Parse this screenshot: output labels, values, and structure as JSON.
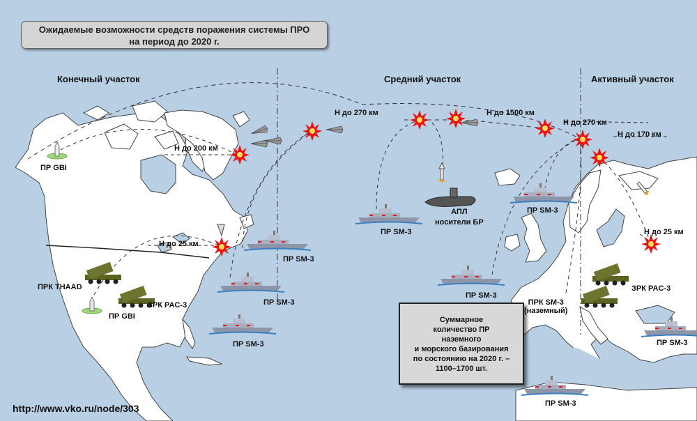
{
  "title": {
    "line1": "Ожидаемые возможности средств поражения системы ПРО",
    "line2": "на период до 2020 г."
  },
  "sections": {
    "terminal": "Конечный участок",
    "midcourse": "Средний участок",
    "boost": "Активный участок"
  },
  "altitudes": {
    "a200": "Н до 200 км",
    "a270_mid": "Н до 270 км",
    "a1500": "Н до 1500 км",
    "a270_boost": "Н до 270 км",
    "a170": "Н до 170 км",
    "a25_na": "Н до 25 км",
    "a25_eu": "Н до 25 км"
  },
  "labels": {
    "gbi_alaska": "ПР GBI",
    "gbi_us": "ПР GBI",
    "thaad": "ПРК THAAD",
    "pac3_us": "ЗРК PAC-3",
    "pac3_eu": "ЗРК PAC-3",
    "sm3_atl1": "ПР SM-3",
    "sm3_atl2": "ПР SM-3",
    "sm3_atl3": "ПР SM-3",
    "sm3_mid": "ПР SM-3",
    "sm3_nor": "ПР SM-3",
    "sm3_euw": "ПР SM-3",
    "sm3_med": "ПР SM-3",
    "sm3_se": "ПР SM-3",
    "sm3_land_line1": "ПРК SM-3",
    "sm3_land_line2": "(наземный)",
    "submarine_line1": "АПЛ",
    "submarine_line2": "носители БР"
  },
  "summary": {
    "line1": "Суммарное",
    "line2": "количество ПР",
    "line3": "наземного",
    "line4": "и морского базирования",
    "line5": "по состоянию на  2020 г. –",
    "line6": "1100–1700 шт."
  },
  "source": "http://www.vko.ru/node/303",
  "colors": {
    "ocean": "#b9cfe4",
    "land": "#ffffff",
    "explosion": "#ee1111",
    "title_box": "#d4d4d4"
  },
  "icons": [
    "explosion-icon",
    "warship-icon",
    "submarine-icon",
    "missile-launcher-icon",
    "warhead-icon",
    "dish-icon"
  ]
}
